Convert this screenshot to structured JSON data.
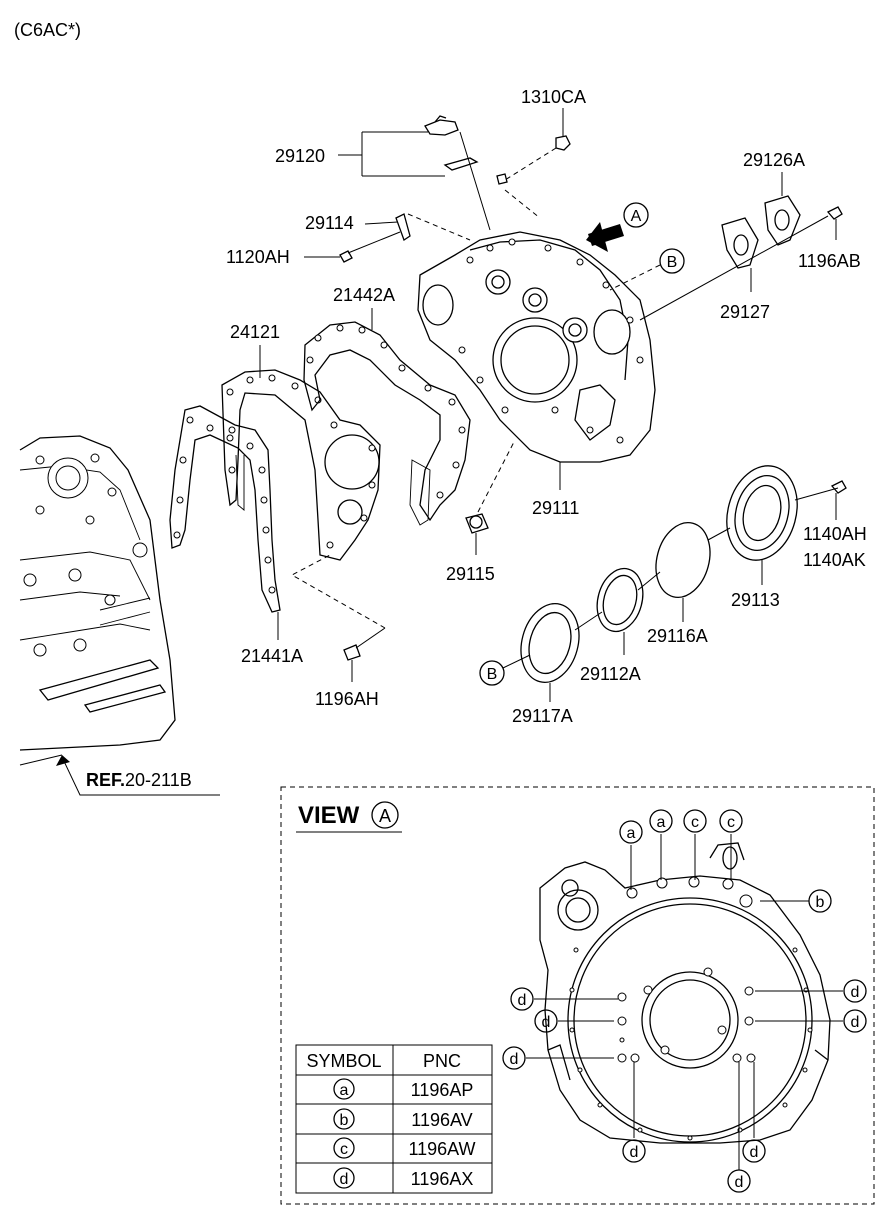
{
  "header": {
    "model_code": "(C6AC*)"
  },
  "parts": {
    "p1310CA": "1310CA",
    "p29120": "29120",
    "p29126A": "29126A",
    "p29114": "29114",
    "p1120AH": "1120AH",
    "p1196AB": "1196AB",
    "p21442A": "21442A",
    "p29127": "29127",
    "p24121": "24121",
    "p29111": "29111",
    "p1140AH": "1140AH",
    "p1140AK": "1140AK",
    "p29115": "29115",
    "p29113": "29113",
    "p29116A": "29116A",
    "p21441A": "21441A",
    "p29112A": "29112A",
    "p1196AH": "1196AH",
    "p29117A": "29117A"
  },
  "markers": {
    "A": "A",
    "B": "B",
    "a": "a",
    "b": "b",
    "c": "c",
    "d": "d"
  },
  "reference": {
    "bold": "REF.",
    "rest": "20-211B"
  },
  "view": {
    "title": "VIEW",
    "marker": "A"
  },
  "symbol_table": {
    "headers": [
      "SYMBOL",
      "PNC"
    ],
    "rows": [
      {
        "symbol": "a",
        "pnc": "1196AP"
      },
      {
        "symbol": "b",
        "pnc": "1196AV"
      },
      {
        "symbol": "c",
        "pnc": "1196AW"
      },
      {
        "symbol": "d",
        "pnc": "1196AX"
      }
    ]
  }
}
